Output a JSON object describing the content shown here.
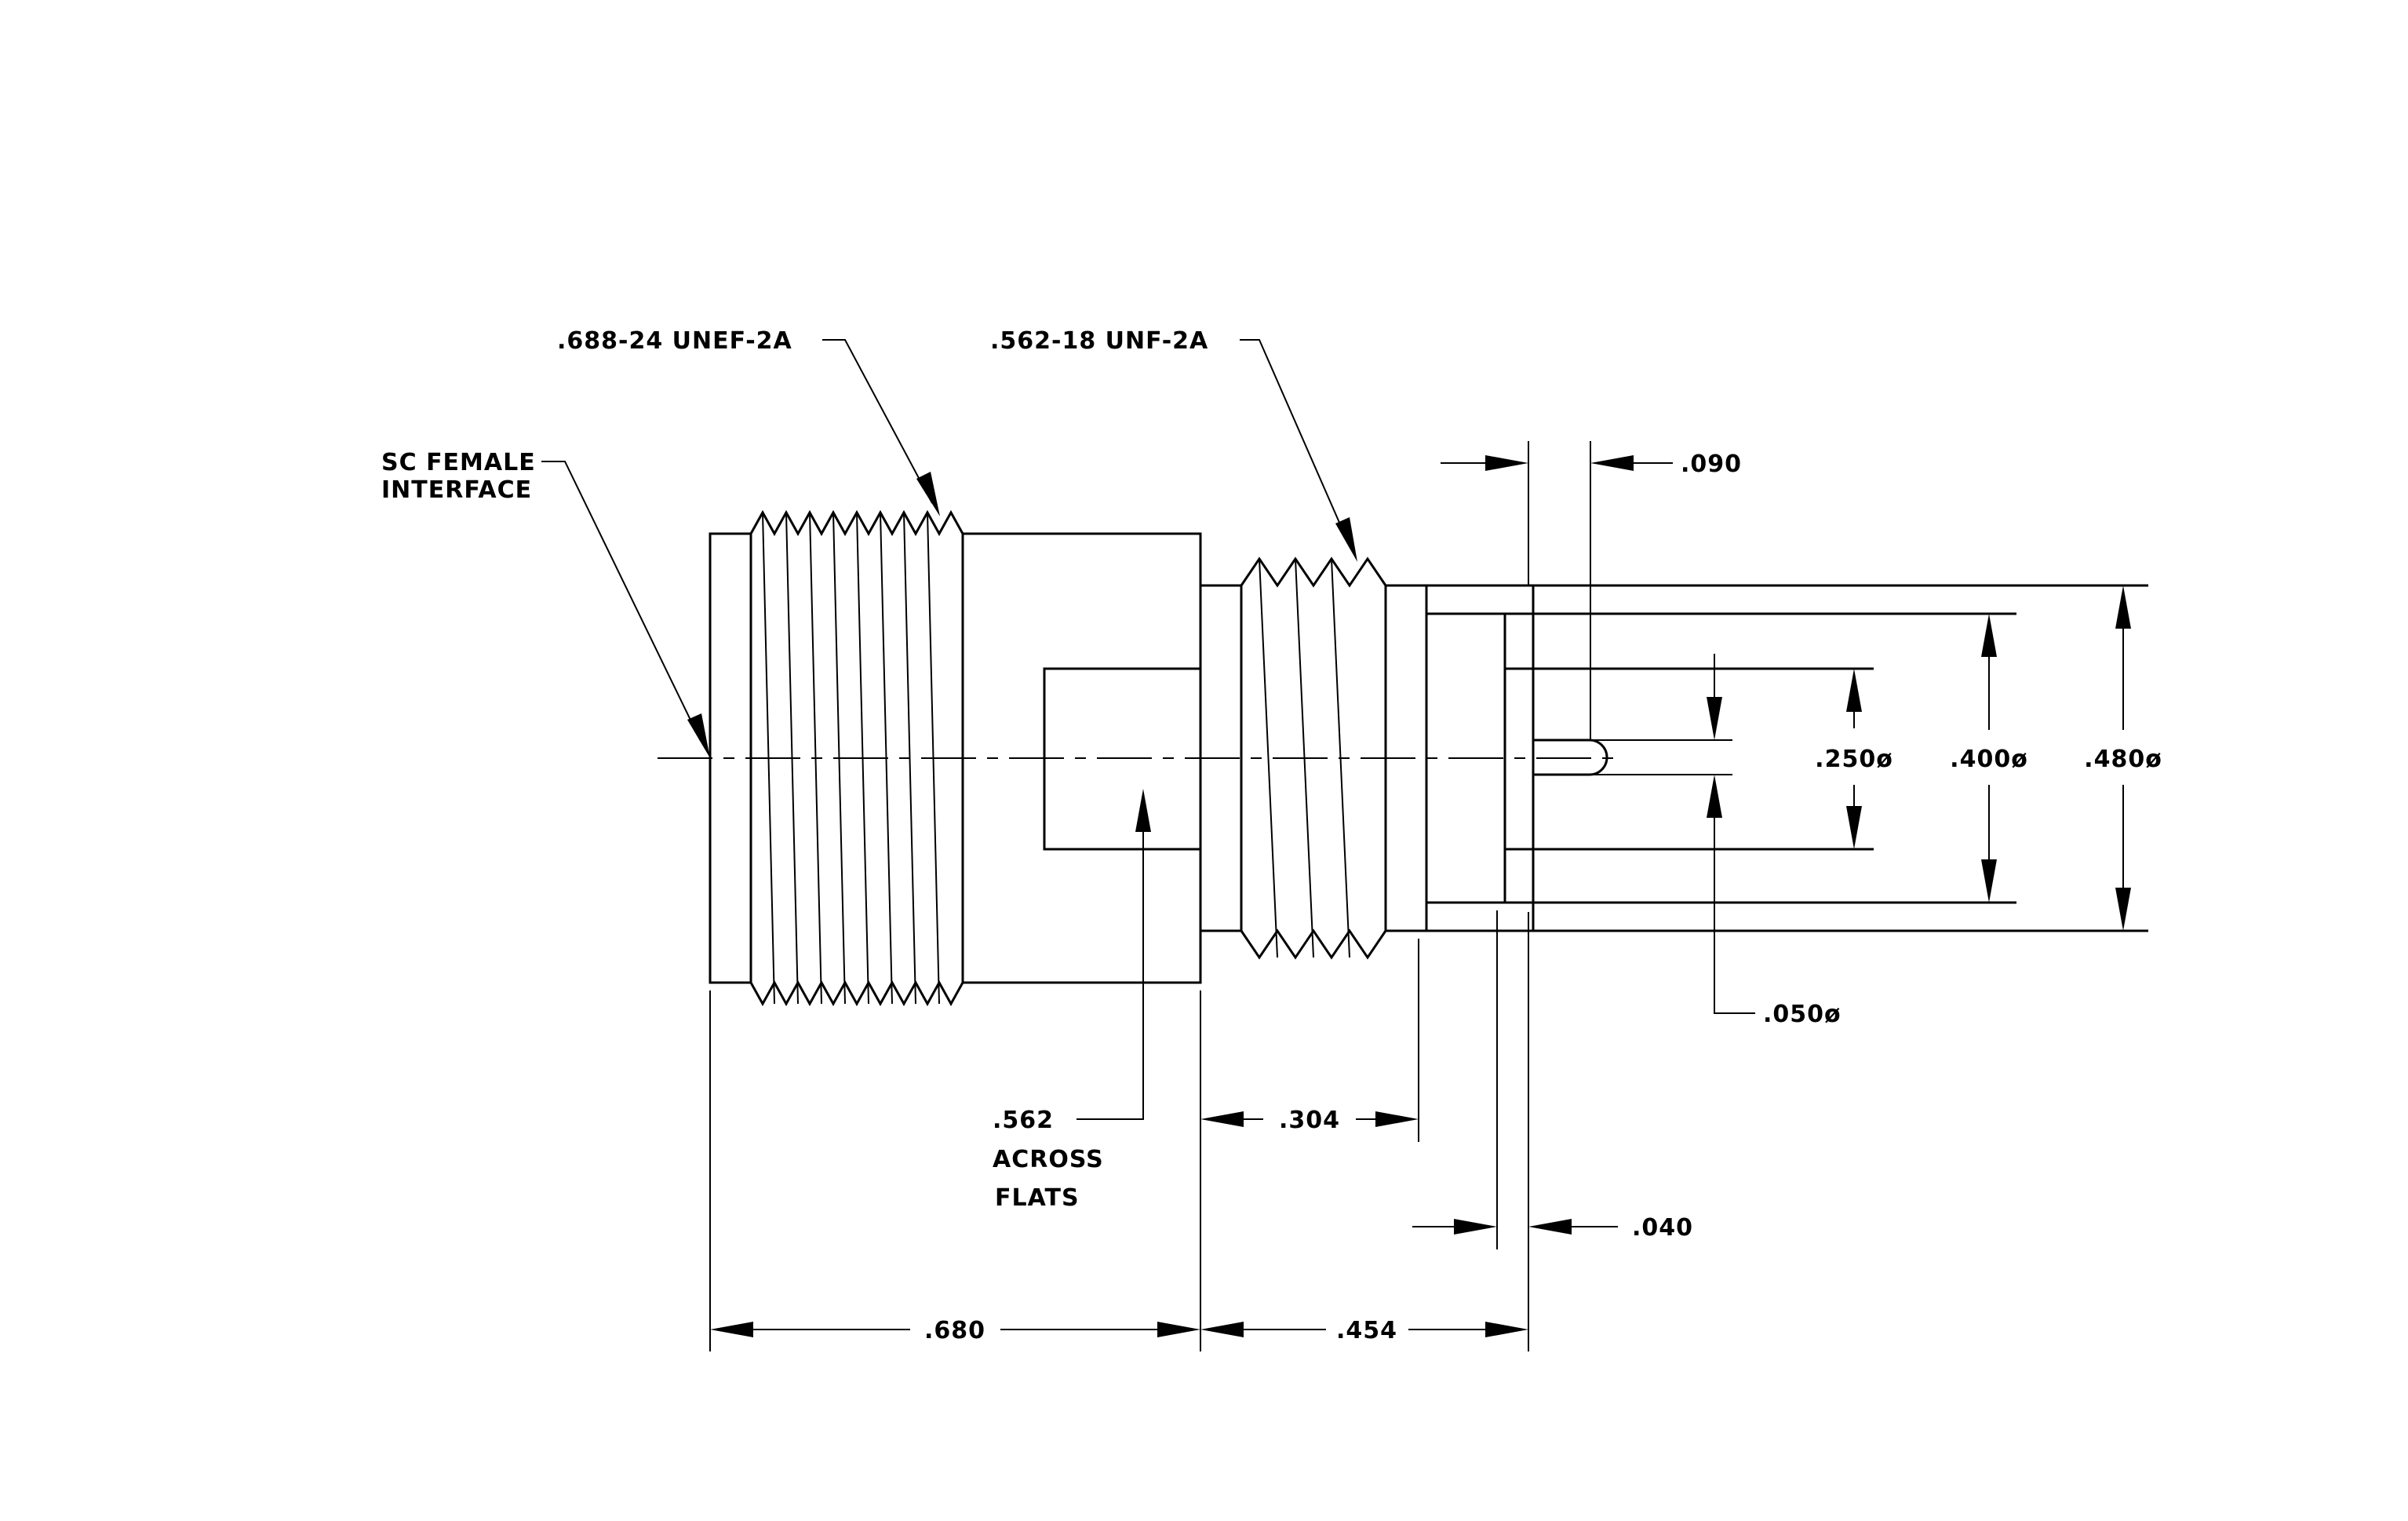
{
  "labels": {
    "thread_large": ".688-24 UNEF-2A",
    "thread_small": ".562-18 UNF-2A",
    "interface_line1": "SC FEMALE",
    "interface_line2": "INTERFACE",
    "flats_value": ".562",
    "flats_line2": "ACROSS",
    "flats_line3": "FLATS"
  },
  "dimensions": {
    "overall_body": ".680",
    "rear_length": ".454",
    "rear_thread_length": ".304",
    "flange_thickness": ".040",
    "pin_extension": ".090",
    "pin_diameter": ".050ø",
    "dia_250": ".250ø",
    "dia_400": ".400ø",
    "dia_480": ".480ø"
  }
}
